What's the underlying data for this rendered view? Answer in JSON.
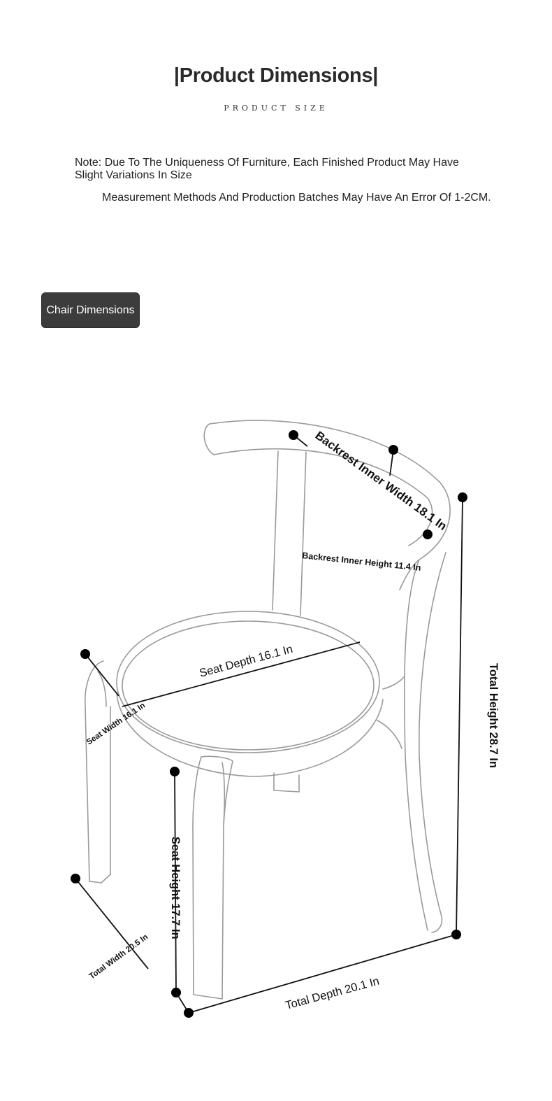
{
  "header": {
    "title": "|Product Dimensions|",
    "subtitle": "PRODUCT SIZE"
  },
  "notes": {
    "line1": "Note: Due To The Uniqueness Of Furniture, Each Finished Product May Have Slight Variations In Size",
    "line2": "Measurement Methods And Production Batches May Have An Error Of 1-2CM."
  },
  "section_label": "Chair Dimensions",
  "dimensions": {
    "backrest_inner_width": "Backrest Inner Width 18.1 In",
    "backrest_inner_height": "Backrest Inner Height 11.4 In",
    "seat_depth": "Seat Depth 16.1 In",
    "seat_width": "Seat Width 16.1 In",
    "total_height": "Total Height 28.7 In",
    "seat_height": "Seat Height 17.7 In",
    "total_width": "Total Width 20.5 In",
    "total_depth": "Total Depth 20.1 In"
  },
  "colors": {
    "outline": "#9a9a9a",
    "dimension_line": "#111111",
    "chip_background": "#3c3c3c"
  }
}
